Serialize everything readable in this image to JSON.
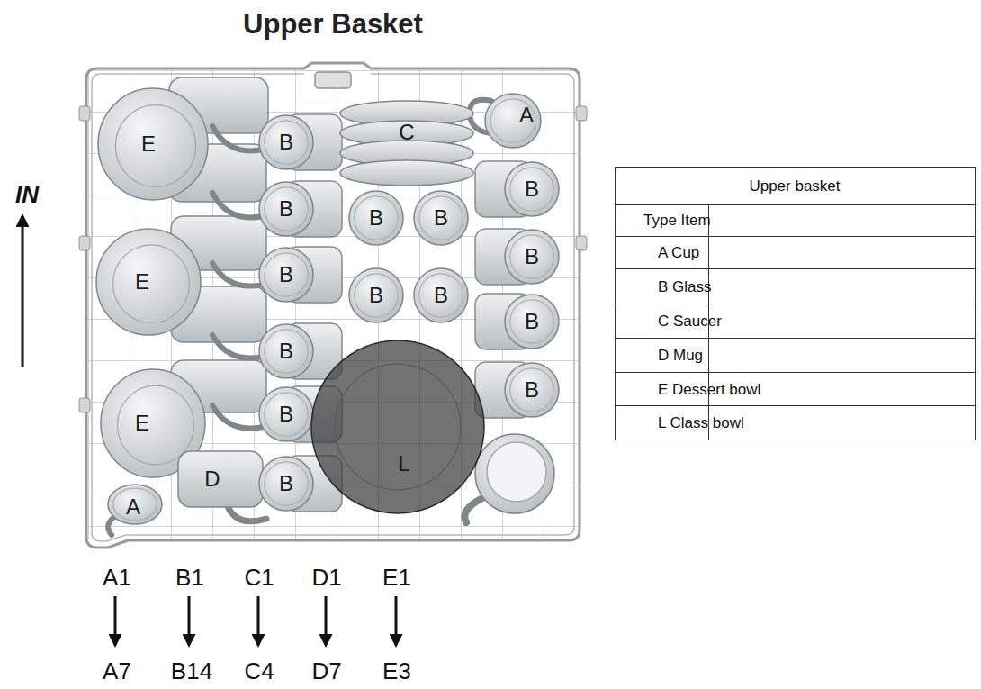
{
  "diagram": {
    "title": "Upper Basket",
    "nodes": [
      {
        "text": [
          "E"
        ]
      },
      {
        "text": [
          "B"
        ]
      },
      {
        "text": [
          "C"
        ]
      },
      {
        "text": [
          "A"
        ]
      },
      {
        "text": [
          "B"
        ]
      },
      {
        "text": [
          "B"
        ]
      },
      {
        "text": [
          "B"
        ]
      },
      {
        "text": [
          "B"
        ]
      },
      {
        "text": [
          "B"
        ]
      },
      {
        "text": [
          "B"
        ]
      },
      {
        "text": [
          "E"
        ]
      },
      {
        "text": [
          "B"
        ]
      },
      {
        "text": [
          "B"
        ]
      },
      {
        "text": [
          "B"
        ]
      },
      {
        "text": [
          "B"
        ]
      },
      {
        "text": [
          "B"
        ]
      },
      {
        "text": [
          "B"
        ]
      },
      {
        "text": [
          "E"
        ]
      },
      {
        "text": [
          "L"
        ]
      },
      {
        "text": [
          "D"
        ]
      },
      {
        "text": [
          "B"
        ]
      },
      {
        "text": [
          "A"
        ]
      }
    ],
    "labels": [
      "IN",
      "Upper basket",
      "Type Item",
      "A Cup",
      "B Glass",
      "C Saucer",
      "D Mug",
      "E Dessert bowl",
      "L Class bowl",
      "A1",
      "B1",
      "C1",
      "D1",
      "E1",
      "A7",
      "B14",
      "C4",
      "D7",
      "E3"
    ]
  }
}
